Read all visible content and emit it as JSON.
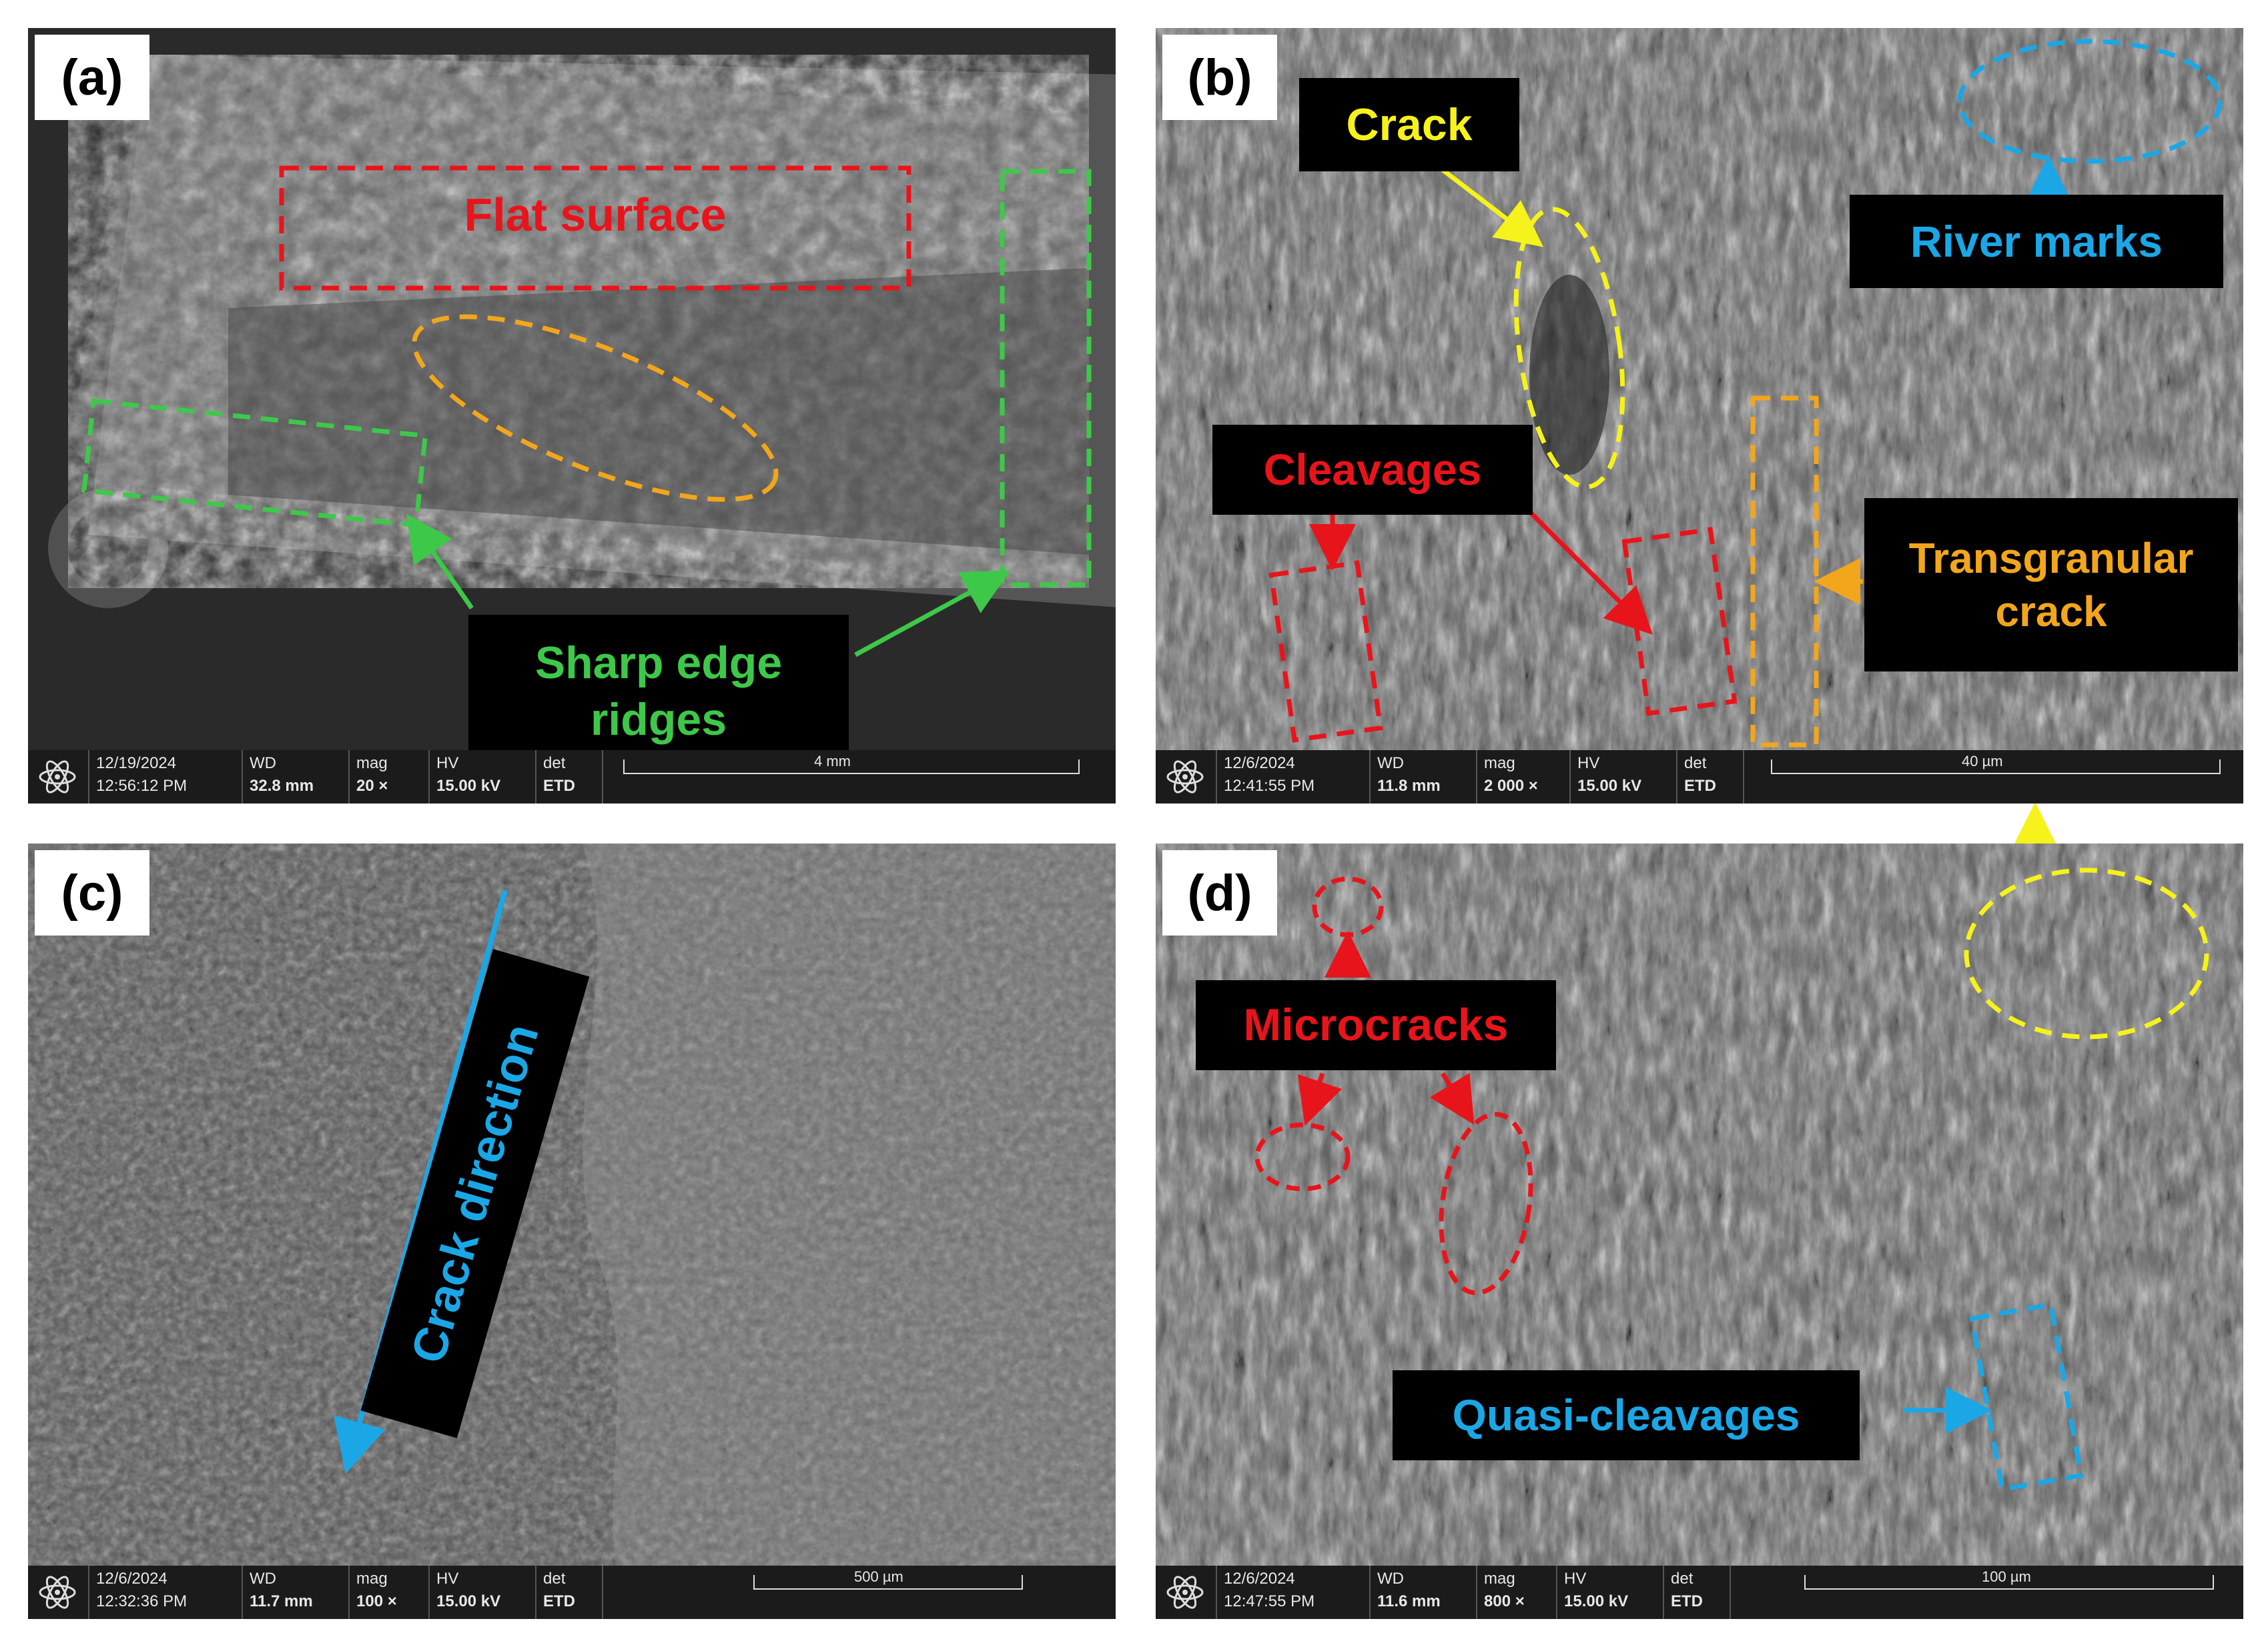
{
  "colors": {
    "red": "#e8141b",
    "green": "#3ec84a",
    "yellow": "#f6f21c",
    "orange": "#f2a61c",
    "blue": "#1ba7e6",
    "tag_bg": "#000000"
  },
  "panels": {
    "a": {
      "label": "(a)",
      "annotations": {
        "flat_surface": "Flat surface",
        "sharp_edge_line1": "Sharp edge",
        "sharp_edge_line2": "ridges"
      },
      "info": {
        "date": "12/19/2024",
        "time": "12:56:12 PM",
        "wd_label": "WD",
        "wd": "32.8 mm",
        "mag_label": "mag",
        "mag": "20 ×",
        "hv_label": "HV",
        "hv": "15.00 kV",
        "det_label": "det",
        "det": "ETD",
        "scale": "4 mm"
      }
    },
    "b": {
      "label": "(b)",
      "annotations": {
        "crack": "Crack",
        "river_marks": "River marks",
        "cleavages": "Cleavages",
        "transgranular_line1": "Transgranular",
        "transgranular_line2": "crack"
      },
      "info": {
        "date": "12/6/2024",
        "time": "12:41:55 PM",
        "wd_label": "WD",
        "wd": "11.8 mm",
        "mag_label": "mag",
        "mag": "2 000 ×",
        "hv_label": "HV",
        "hv": "15.00 kV",
        "det_label": "det",
        "det": "ETD",
        "scale": "40 µm"
      }
    },
    "c": {
      "label": "(c)",
      "annotations": {
        "crack_direction": "Crack direction"
      },
      "info": {
        "date": "12/6/2024",
        "time": "12:32:36 PM",
        "wd_label": "WD",
        "wd": "11.7 mm",
        "mag_label": "mag",
        "mag": "100 ×",
        "hv_label": "HV",
        "hv": "15.00 kV",
        "det_label": "det",
        "det": "ETD",
        "scale": "500 µm"
      }
    },
    "d": {
      "label": "(d)",
      "annotations": {
        "microcracks": "Microcracks",
        "quasi_cleavages": "Quasi-cleavages"
      },
      "info": {
        "date": "12/6/2024",
        "time": "12:47:55 PM",
        "wd_label": "WD",
        "wd": "11.6 mm",
        "mag_label": "mag",
        "mag": "800 ×",
        "hv_label": "HV",
        "hv": "15.00 kV",
        "det_label": "det",
        "det": "ETD",
        "scale": "100 µm"
      }
    }
  }
}
